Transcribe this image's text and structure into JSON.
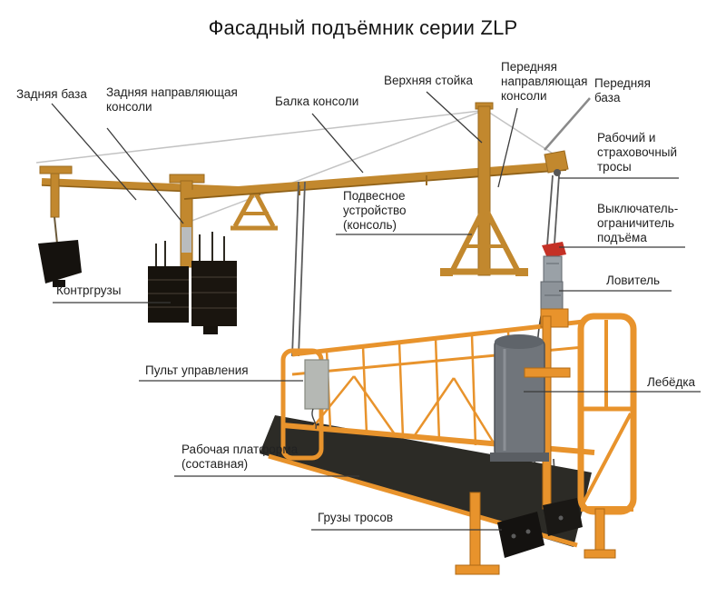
{
  "title": "Фасадный подъёмник серии ZLP",
  "labels": {
    "rear_base": "Задняя база",
    "rear_guide": "Задняя направляющая\nконсоли",
    "console_beam": "Балка консоли",
    "top_stand": "Верхняя стойка",
    "front_guide": "Передняя\nнаправляющая\nконсоли",
    "front_base": "Передняя\nбаза",
    "ropes": "Рабочий и\nстраховочный\nтросы",
    "limit_switch": "Выключатель-\nограничитель\nподъёма",
    "safety_lock": "Ловитель",
    "winch": "Лебёдка",
    "counterweights": "Контргрузы",
    "control_panel": "Пульт управления",
    "suspension": "Подвесное\nустройство\n(консоль)",
    "platform": "Рабочая платформа\n(составная)",
    "rope_weights": "Грузы тросов"
  },
  "colors": {
    "beam_orange": "#c2882e",
    "beam_shadow": "#8f6118",
    "platform_orange": "#e8932c",
    "counterweight_black": "#17130d",
    "motor_gray": "#70757b",
    "box_gray": "#b5b8b4",
    "wire_silver": "#c3c3c3",
    "rope_dark": "#5c5c5c",
    "leader_line": "#3a3a3a",
    "lever_red": "#c43126",
    "deck_dark": "#2c2b26",
    "background": "#ffffff"
  }
}
